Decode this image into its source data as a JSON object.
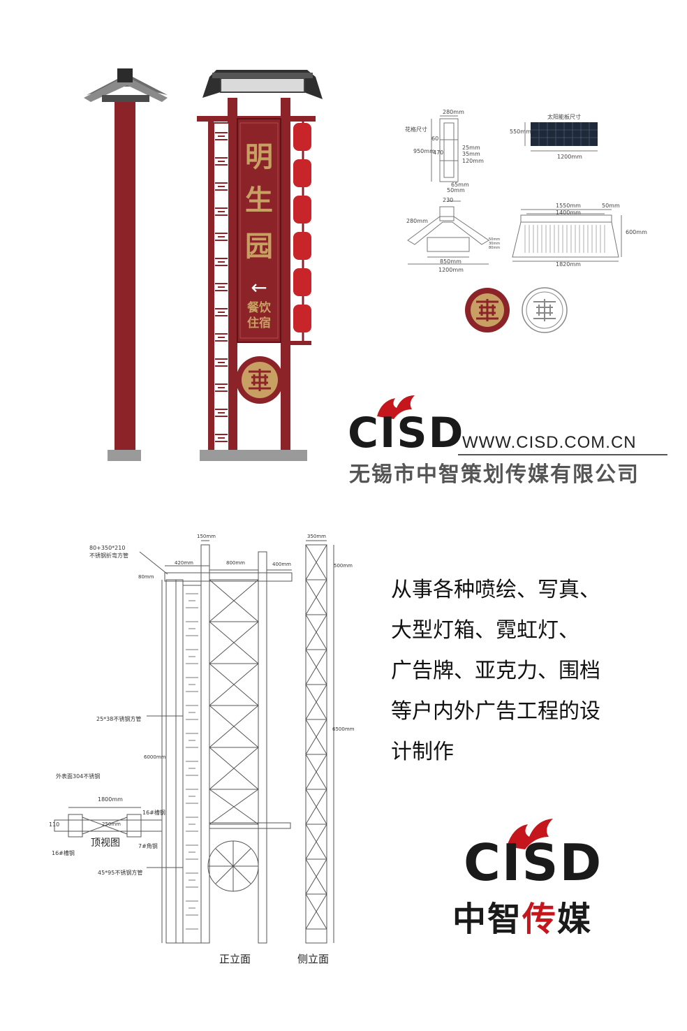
{
  "sign": {
    "title_chars": [
      "明",
      "生",
      "园"
    ],
    "arrow": "←",
    "services_line1": "餐饮",
    "services_line2": "住宿"
  },
  "details": {
    "lattice_label": "花格尺寸",
    "lattice_width": "280mm",
    "lattice_dims": [
      "60",
      "950mm",
      "470",
      "25mm",
      "35mm",
      "120mm",
      "65mm",
      "50mm"
    ],
    "solar_label": "太阳能板尺寸",
    "solar_height": "550mm",
    "solar_width": "1200mm",
    "roof_small_dims": [
      "230",
      "280mm",
      "850mm",
      "1200mm",
      "50mm",
      "30mm",
      "80mm"
    ],
    "roof_large_dims": [
      "1550mm",
      "1400mm",
      "50mm",
      "600mm",
      "1820mm"
    ]
  },
  "logo": {
    "text": "CISD",
    "url": "WWW.CISD.COM.CN",
    "company": "无锡市中智策划传媒有限公司",
    "brand_cn_prefix": "中智",
    "brand_cn_red": "传",
    "brand_cn_suffix": "媒"
  },
  "drawing": {
    "note_top": "80+350*210",
    "note_top2": "不锈钢折弯方管",
    "dim_150": "150mm",
    "dim_420": "420mm",
    "dim_800": "800mm",
    "dim_400": "400mm",
    "dim_80": "80mm",
    "dim_350": "350mm",
    "dim_500": "500mm",
    "dim_6000": "6000mm",
    "dim_6500": "6500mm",
    "note_tube": "25*38不锈钢方管",
    "note_outer": "外表面304不锈钢",
    "dim_1800": "1800mm",
    "dim_110": "110",
    "dim_250": "250mm",
    "note_16a": "16#槽钢",
    "note_16b": "16#槽钢",
    "note_7": "7#角钢",
    "top_view": "顶视图",
    "note_45": "45*95不锈钢方管",
    "front_view": "正立面",
    "side_view": "侧立面"
  },
  "description": [
    "从事各种喷绘、写真、",
    "大型灯箱、霓虹灯、",
    "广告牌、亚克力、围档",
    "等户内外广告工程的设",
    "计制作"
  ],
  "colors": {
    "pillar_red": "#8b2329",
    "lantern_red": "#c8252a",
    "gold": "#c9a063",
    "roof_dark": "#3a3a3a",
    "brand_red": "#c4161c"
  }
}
